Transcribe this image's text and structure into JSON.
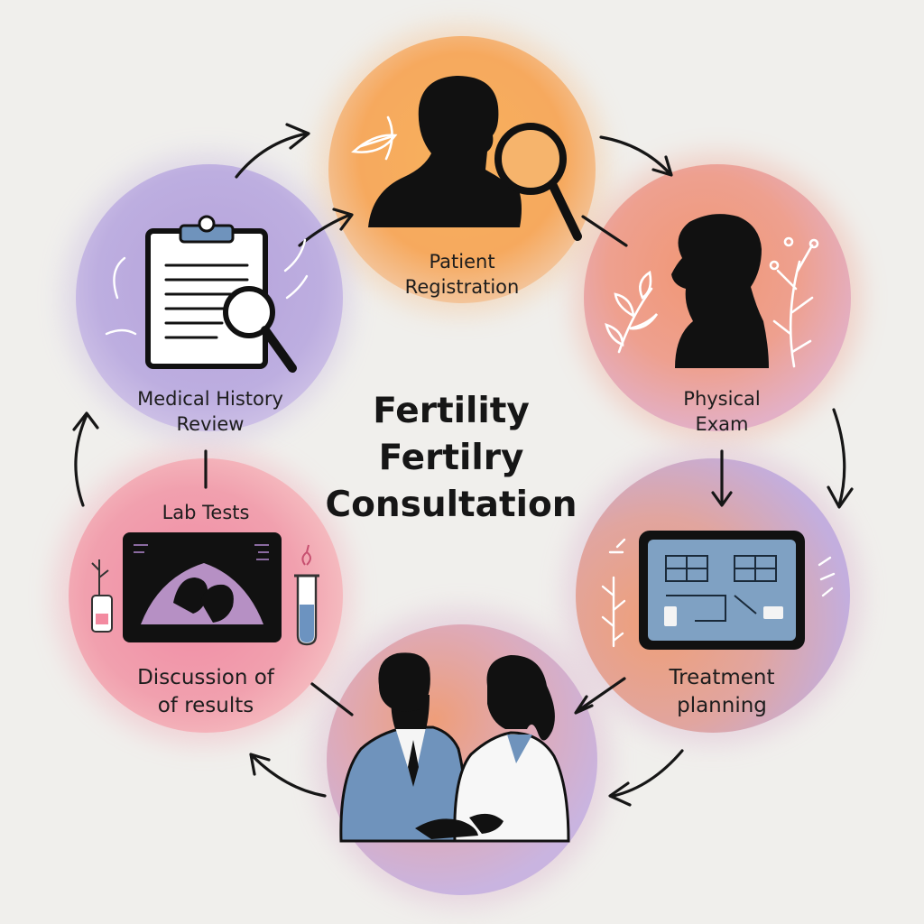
{
  "title": {
    "line1": "Fertility",
    "line2": "Fertilry",
    "line3": "Consultation"
  },
  "steps": [
    {
      "id": "patient-registration",
      "line1": "Patient",
      "line2": "Registration",
      "color": "#f7a85a"
    },
    {
      "id": "physical-exam",
      "line1": "Physical",
      "line2": "Exam",
      "color": "#f0967a"
    },
    {
      "id": "treatment-planning",
      "line1": "Treatment",
      "line2": "planning",
      "color": "#e8a07c"
    },
    {
      "id": "consultation-scene",
      "line1": "",
      "line2": "",
      "color": "#d7a0b8"
    },
    {
      "id": "lab-tests",
      "line1": "Lab Tests",
      "line2": "",
      "color": "#f08aa4"
    },
    {
      "id": "discussion-of-results",
      "line1": "Discussion of",
      "line2": "of results",
      "color": "#f08aa4"
    },
    {
      "id": "medical-history-review",
      "line1": "Medical History",
      "line2": "Review",
      "color": "#b3a0d8"
    }
  ],
  "icons": [
    "person-magnifier-icon",
    "person-profile-icon",
    "monitor-plan-icon",
    "doctor-couple-icon",
    "ultrasound-screen-icon",
    "bottle-icon",
    "test-tube-icon",
    "clipboard-magnifier-icon",
    "leaf-icon",
    "cycle-arrow-icon"
  ]
}
